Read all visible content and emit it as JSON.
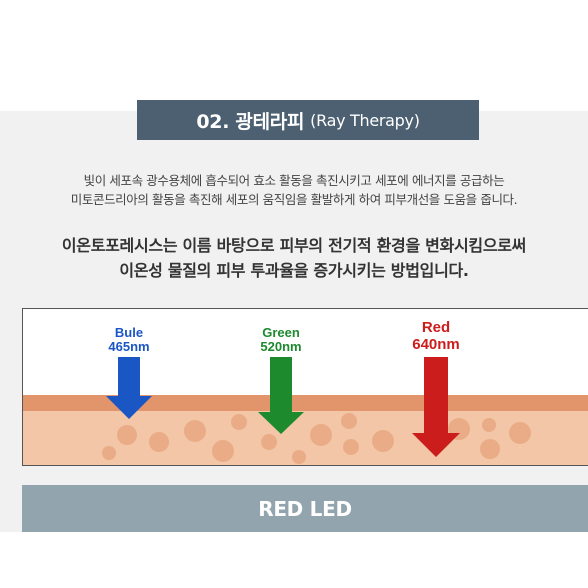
{
  "header": {
    "title": "02. 광테라피",
    "subtitle": "(Ray Therapy)"
  },
  "description": {
    "line1": "빛이 세포속 광수용체에 흡수되어 효소 활동을 촉진시키고 세포에 에너지를 공급하는",
    "line2": "미토콘드리아의 활동을 촉진해 세포의 움직임을 활발하게 하여 피부개선을 도움을 줍니다."
  },
  "highlight": {
    "line1": "이온토포레시스는 이름 바탕으로 피부의 전기적 환경을 변화시킴으로써",
    "line2": "이온성 물질의 피부 투과율을 증가시키는 방법입니다."
  },
  "lights": [
    {
      "name": "Bule",
      "wavelength": "465nm",
      "color": "#1a56c4"
    },
    {
      "name": "Green",
      "wavelength": "520nm",
      "color": "#1d8a2e"
    },
    {
      "name": "Red",
      "wavelength": "640nm",
      "color": "#cc1d1d"
    }
  ],
  "skin": {
    "top_color": "#e2956b",
    "body_color": "#f2c6a6",
    "cell_color": "#e9ac86"
  },
  "section_bar": {
    "label": "RED LED"
  }
}
